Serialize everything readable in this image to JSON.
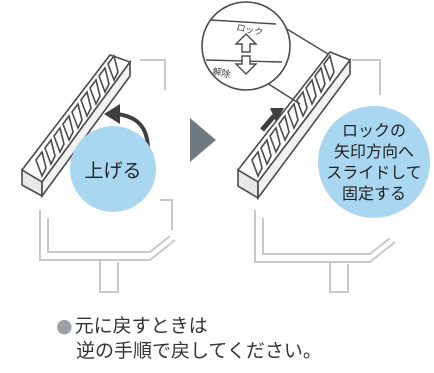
{
  "step_left": {
    "bubble_label": "上げる"
  },
  "step_right": {
    "bubble_lines": [
      "ロックの",
      "矢印方向へ",
      "スライドして",
      "固定する"
    ],
    "lock_label": "ロック",
    "release_label": "解除"
  },
  "note": {
    "bullet": "●",
    "line1": "元に戻すときは",
    "line2": "逆の手順で戻してください。"
  },
  "colors": {
    "bubble": "#a9d6f0",
    "arrow": "#6f7a82",
    "outline": "#4b4b4b",
    "rack": "#c9c9c9"
  }
}
